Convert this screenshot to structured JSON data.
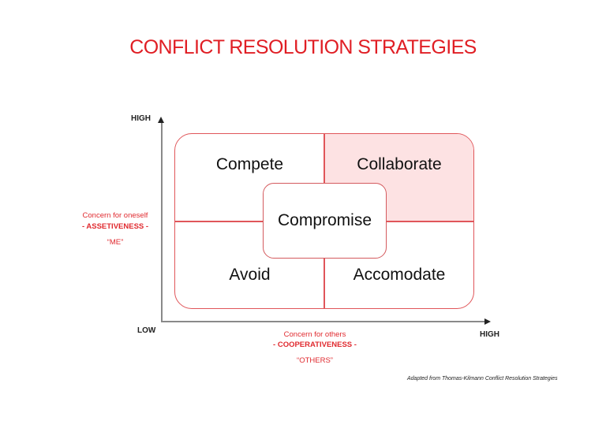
{
  "title": "CONFLICT RESOLUTION STRATEGIES",
  "colors": {
    "accent_red": "#e01e24",
    "highlight_fill": "#fde2e3",
    "border_red": "#e0565a"
  },
  "y_axis": {
    "high_label": "HIGH",
    "low_label": "LOW",
    "description_line1": "Concern for oneself",
    "description_line2": "- ASSETIVENESS -",
    "description_line3": "“ME”"
  },
  "x_axis": {
    "high_label": "HIGH",
    "description_line1": "Concern for others",
    "description_line2": "- COOPERATIVENESS -",
    "description_line3": "“OTHERS”"
  },
  "quadrants": {
    "top_left": "Compete",
    "top_right": "Collaborate",
    "bottom_left": "Avoid",
    "bottom_right": "Accomodate",
    "center": "Compromise"
  },
  "credit": "Adapted from Thomas-Kilmann Conflict Resolution Strategies"
}
